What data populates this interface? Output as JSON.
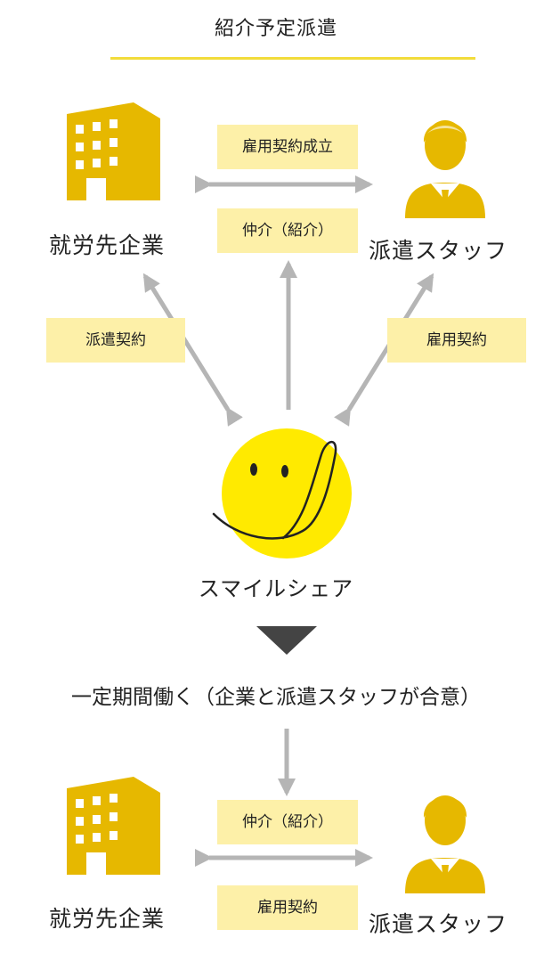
{
  "title": "紹介予定派遣",
  "colors": {
    "accent_yellow": "#f2dc3b",
    "tag_background": "#fdf0a8",
    "icon_gold": "#e6b800",
    "arrow_gray": "#b5b5b5",
    "smile_yellow": "#ffea00",
    "down_triangle": "#444444"
  },
  "top": {
    "company_label": "就労先企業",
    "staff_label": "派遣スタッフ",
    "company_staff_upper_tag": "雇用契約成立",
    "company_staff_lower_tag": "仲介（紹介）",
    "left_diagonal_tag": "派遣契約",
    "right_diagonal_tag": "雇用契約",
    "center_label": "スマイルシェア"
  },
  "middle_text": "一定期間働く（企業と派遣スタッフが合意）",
  "bottom": {
    "company_label": "就労先企業",
    "staff_label": "派遣スタッフ",
    "upper_tag": "仲介（紹介）",
    "lower_tag": "雇用契約"
  }
}
